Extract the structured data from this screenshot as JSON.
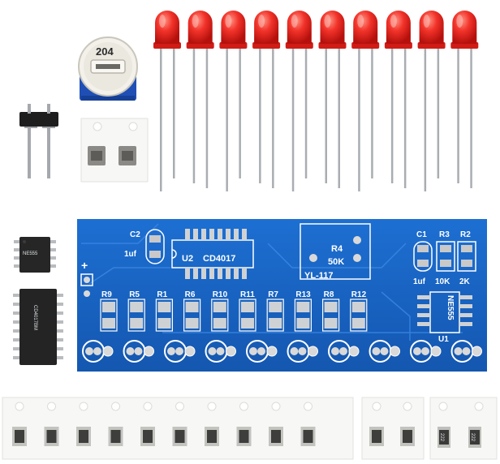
{
  "photo": {
    "led_count": 10,
    "led_color": "#e8201c",
    "pcb_color": "#1763c4",
    "potentiometer": {
      "label": "204"
    },
    "pcb": {
      "ic_label": "CD4017",
      "ic_ref": "U2",
      "cap_c2": "C2",
      "cap_c2_value": "1uf",
      "pot_ref": "R4",
      "pot_value": "50K",
      "board_name": "YL-117",
      "right_labels": {
        "c1": "C1",
        "r3": "R3",
        "r2": "R2",
        "c1_value": "1uf",
        "r3_value": "10K",
        "r2_value": "2K",
        "timer": "NE555",
        "timer_ref": "U1"
      },
      "resistor_refs": [
        "R9",
        "R5",
        "R1",
        "R6",
        "R10",
        "R11",
        "R7",
        "R13",
        "R8",
        "R12"
      ]
    },
    "smd_strip": {
      "long_count": 10,
      "short_count": 2,
      "pair_label": "222"
    }
  }
}
